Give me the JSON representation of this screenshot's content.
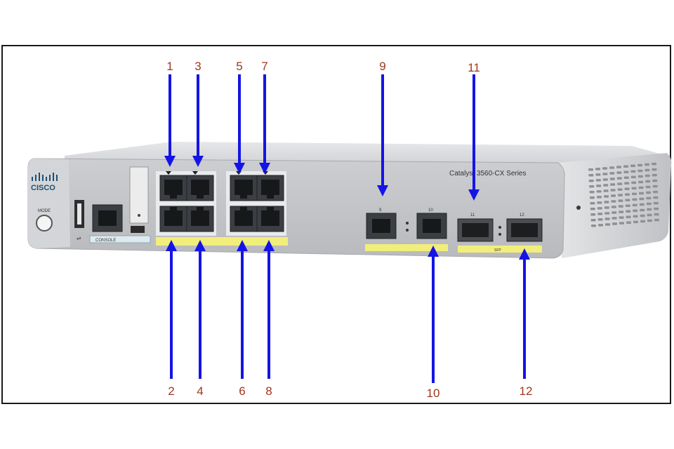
{
  "device": {
    "brand": "CISCO",
    "model_label": "Catalyst 3560-CX Series",
    "mode_button_label": "MODE",
    "console_label": "CONSOLE",
    "sfp_label": "SFP",
    "colors": {
      "chassis": "#c9cacc",
      "port": "#3b3f44",
      "strip": "#f1ee7b",
      "arrow": "#1414e6",
      "callout": "#a0371d"
    }
  },
  "callouts": {
    "top": [
      "1",
      "3",
      "5",
      "7",
      "9",
      "11"
    ],
    "bottom": [
      "2",
      "4",
      "6",
      "8",
      "10",
      "12"
    ]
  },
  "port_labels": [
    "9",
    "10",
    "11",
    "12"
  ]
}
